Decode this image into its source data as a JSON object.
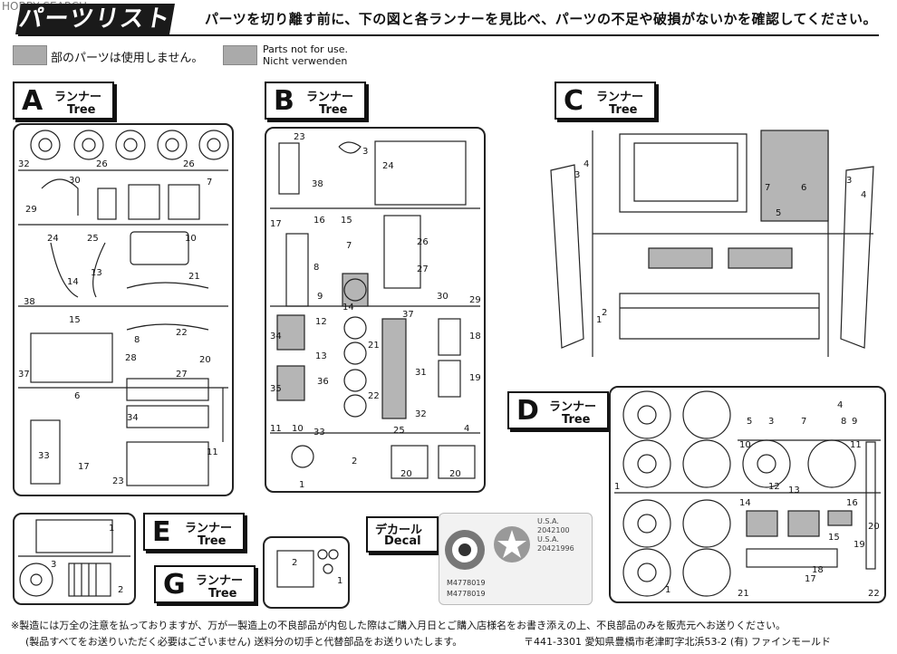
{
  "watermark": "HOBBY SEARCH",
  "header": {
    "title": "パーツリスト",
    "instruction": "パーツを切り離す前に、下の図と各ランナーを見比べ、パーツの不足や破損がないかを確認してください。"
  },
  "legend": {
    "jp": "部のパーツは使用しません。",
    "en_line1": "Parts not for use.",
    "en_line2": "Nicht verwenden"
  },
  "runners": {
    "A": {
      "letter": "A",
      "jp": "ランナー",
      "en": "Tree"
    },
    "B": {
      "letter": "B",
      "jp": "ランナー",
      "en": "Tree"
    },
    "C": {
      "letter": "C",
      "jp": "ランナー",
      "en": "Tree"
    },
    "D": {
      "letter": "D",
      "jp": "ランナー",
      "en": "Tree"
    },
    "E": {
      "letter": "E",
      "jp": "ランナー",
      "en": "Tree"
    },
    "G": {
      "letter": "G",
      "jp": "ランナー",
      "en": "Tree"
    }
  },
  "decal": {
    "jp": "デカール",
    "en": "Decal",
    "markings": [
      "U.S.A.",
      "2042100",
      "U.S.A.",
      "20421996"
    ],
    "serials": [
      "M4778019",
      "M4778019"
    ]
  },
  "footer": {
    "line1": "※製造には万全の注意を払っておりますが、万が一製造上の不良部品が内包した際はご購入月日とご購入店様名をお書き添えの上、不良部品のみを販売元へお送りください。",
    "line2": "(製品すべてをお送りいただく必要はございません) 送料分の切手と代替部品をお送りいたします。",
    "address": "〒441-3301 愛知県豊橋市老津町字北浜53-2 (有) ファインモールド"
  }
}
